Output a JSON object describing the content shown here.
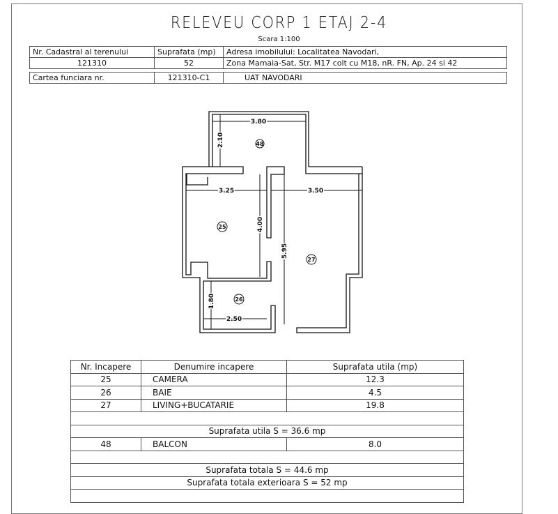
{
  "title": "RELEVEU CORP 1 ETAJ 2-4",
  "scale": "Scara 1:100",
  "info_table": {
    "cadastral_label": "Nr. Cadastral al terenului",
    "area_label": "Suprafata (mp)",
    "address_label": "Adresa imobilului: Localitatea Navodari,",
    "cadastral_value": "121310",
    "area_value": "52",
    "address_value": "Zona Mamaia-Sat, Str. M17 colt cu M18, nR. FN, Ap. 24 si 42",
    "carte_label": "Cartea funciara nr.",
    "carte_value": "121310-C1",
    "uat": "UAT NAVODARI"
  },
  "plan": {
    "dims": {
      "balcony_width": "3.80",
      "balcony_depth": "2.10",
      "room25_width": "3.25",
      "living_width": "3.50",
      "room25_depth": "4.00",
      "living_depth": "5.95",
      "bath_depth": "1.80",
      "bath_width": "2.50"
    },
    "rooms": [
      "48",
      "25",
      "27",
      "26"
    ]
  },
  "rooms_table": {
    "headers": [
      "Nr. Incapere",
      "Denumire incapere",
      "Suprafata utila (mp)"
    ],
    "rows": [
      {
        "nr": "25",
        "name": "CAMERA",
        "area": "12.3"
      },
      {
        "nr": "26",
        "name": "BAIE",
        "area": "4.5"
      },
      {
        "nr": "27",
        "name": "LIVING+BUCATARIE",
        "area": "19.8"
      }
    ],
    "useful_total": "Suprafata utila S = 36.6 mp",
    "balcony": {
      "nr": "48",
      "name": "BALCON",
      "area": "8.0"
    },
    "total": "Suprafata totala S = 44.6 mp",
    "exterior_total": "Suprafata totala exterioara S = 52 mp"
  }
}
